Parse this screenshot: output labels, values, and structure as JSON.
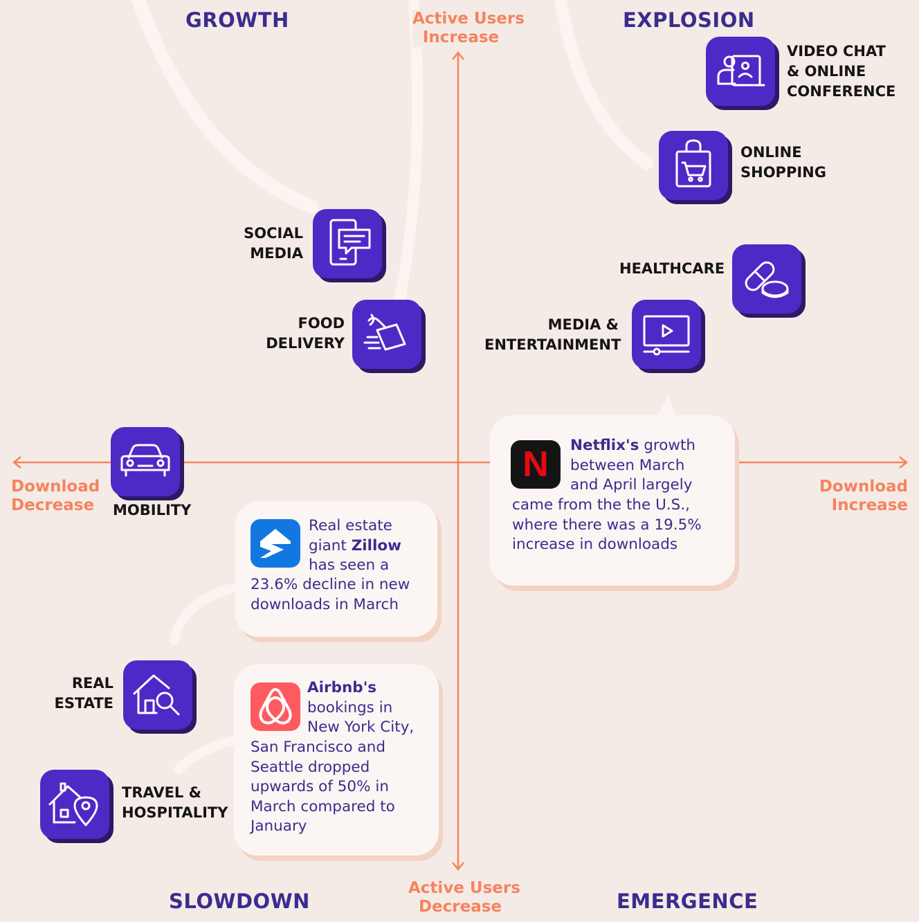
{
  "quadrants": {
    "top_left": "GROWTH",
    "top_right": "EXPLOSION",
    "bottom_left": "SLOWDOWN",
    "bottom_right": "EMERGENCE"
  },
  "axes": {
    "y_top": [
      "Active Users",
      "Increase"
    ],
    "y_bottom": [
      "Active Users",
      "Decrease"
    ],
    "x_left": [
      "Download",
      "Decrease"
    ],
    "x_right": [
      "Download",
      "Increase"
    ]
  },
  "categories": {
    "video_chat": [
      "VIDEO CHAT",
      "& ONLINE",
      "CONFERENCE"
    ],
    "online_shopping": [
      "ONLINE",
      "SHOPPING"
    ],
    "healthcare": [
      "HEALTHCARE"
    ],
    "media": [
      "MEDIA &",
      "ENTERTAINMENT"
    ],
    "social_media": [
      "SOCIAL",
      "MEDIA"
    ],
    "food_delivery": [
      "FOOD",
      "DELIVERY"
    ],
    "mobility": [
      "MOBILITY"
    ],
    "real_estate": [
      "REAL",
      "ESTATE"
    ],
    "travel": [
      "TRAVEL &",
      "HOSPITALITY"
    ]
  },
  "icons": {
    "video_chat": "video-conference-icon",
    "online_shopping": "shopping-bag-icon",
    "healthcare": "pills-icon",
    "media": "video-player-icon",
    "social_media": "smartphone-chat-icon",
    "food_delivery": "delivery-bag-icon",
    "mobility": "car-icon",
    "real_estate": "house-search-icon",
    "travel": "house-location-icon"
  },
  "callouts": {
    "netflix": {
      "logo_letter": "N",
      "brand": "Netflix's",
      "lines": [
        "growth",
        "between March",
        "and April largely",
        "came from the the U.S.,",
        "where there was a 19.5%",
        "increase in downloads"
      ]
    },
    "zillow": {
      "lines_before": [
        "Real estate",
        "giant "
      ],
      "brand": "Zillow",
      "lines_after": [
        "has seen a",
        "23.6% decline in new",
        "downloads in March"
      ]
    },
    "airbnb": {
      "brand": "Airbnb's",
      "lines": [
        "bookings in",
        "New York City,",
        "San Francisco and",
        "Seattle dropped",
        "upwards of 50% in",
        "March compared to",
        "January"
      ]
    }
  },
  "colors": {
    "background": "#f5ebe6",
    "accent_axis": "#f4845f",
    "tile": "#4d2ac6",
    "tile_shadow": "#2c1a66",
    "quadrant_text": "#3b2c8f",
    "netflix_red": "#e50914",
    "zillow_blue": "#1277e1",
    "airbnb_pink": "#ff5a5f"
  }
}
